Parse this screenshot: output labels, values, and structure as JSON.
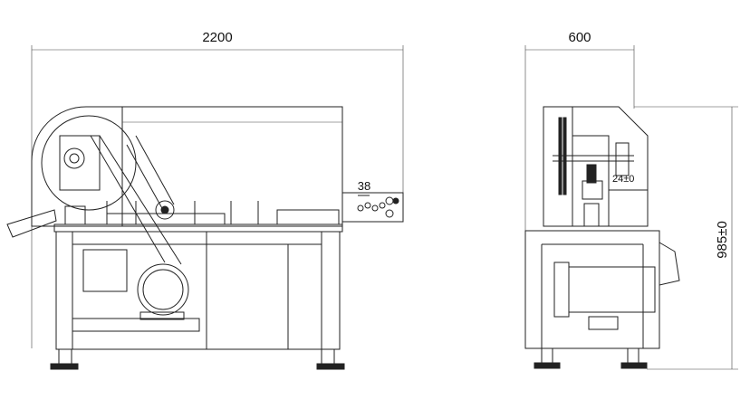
{
  "drawing": {
    "front_view": {
      "overall_width": "2200",
      "panel_dimension": "38"
    },
    "side_view": {
      "overall_width": "600",
      "inner_dimension": "24±0",
      "overall_height": "985±0"
    }
  }
}
